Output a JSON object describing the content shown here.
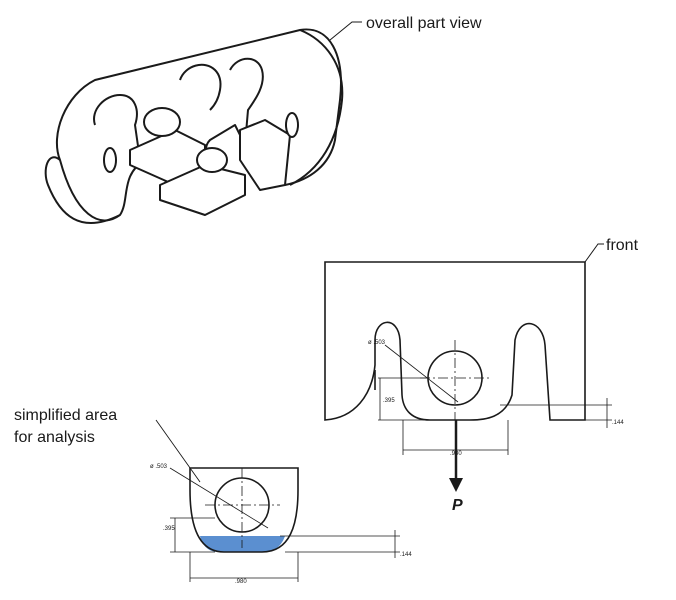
{
  "labels": {
    "overall": "overall part view",
    "front": "front",
    "simplified_line1": "simplified area",
    "simplified_line2": "for analysis",
    "load": "P"
  },
  "front_view": {
    "dia": "ø .503",
    "height": ".395",
    "width": ".980",
    "thickness": ".144"
  },
  "simplified_view": {
    "dia": "ø .503",
    "height": ".395",
    "width": ".980",
    "thickness": ".144"
  },
  "colors": {
    "line": "#1a1a1a",
    "highlight": "#5b8fd0"
  }
}
